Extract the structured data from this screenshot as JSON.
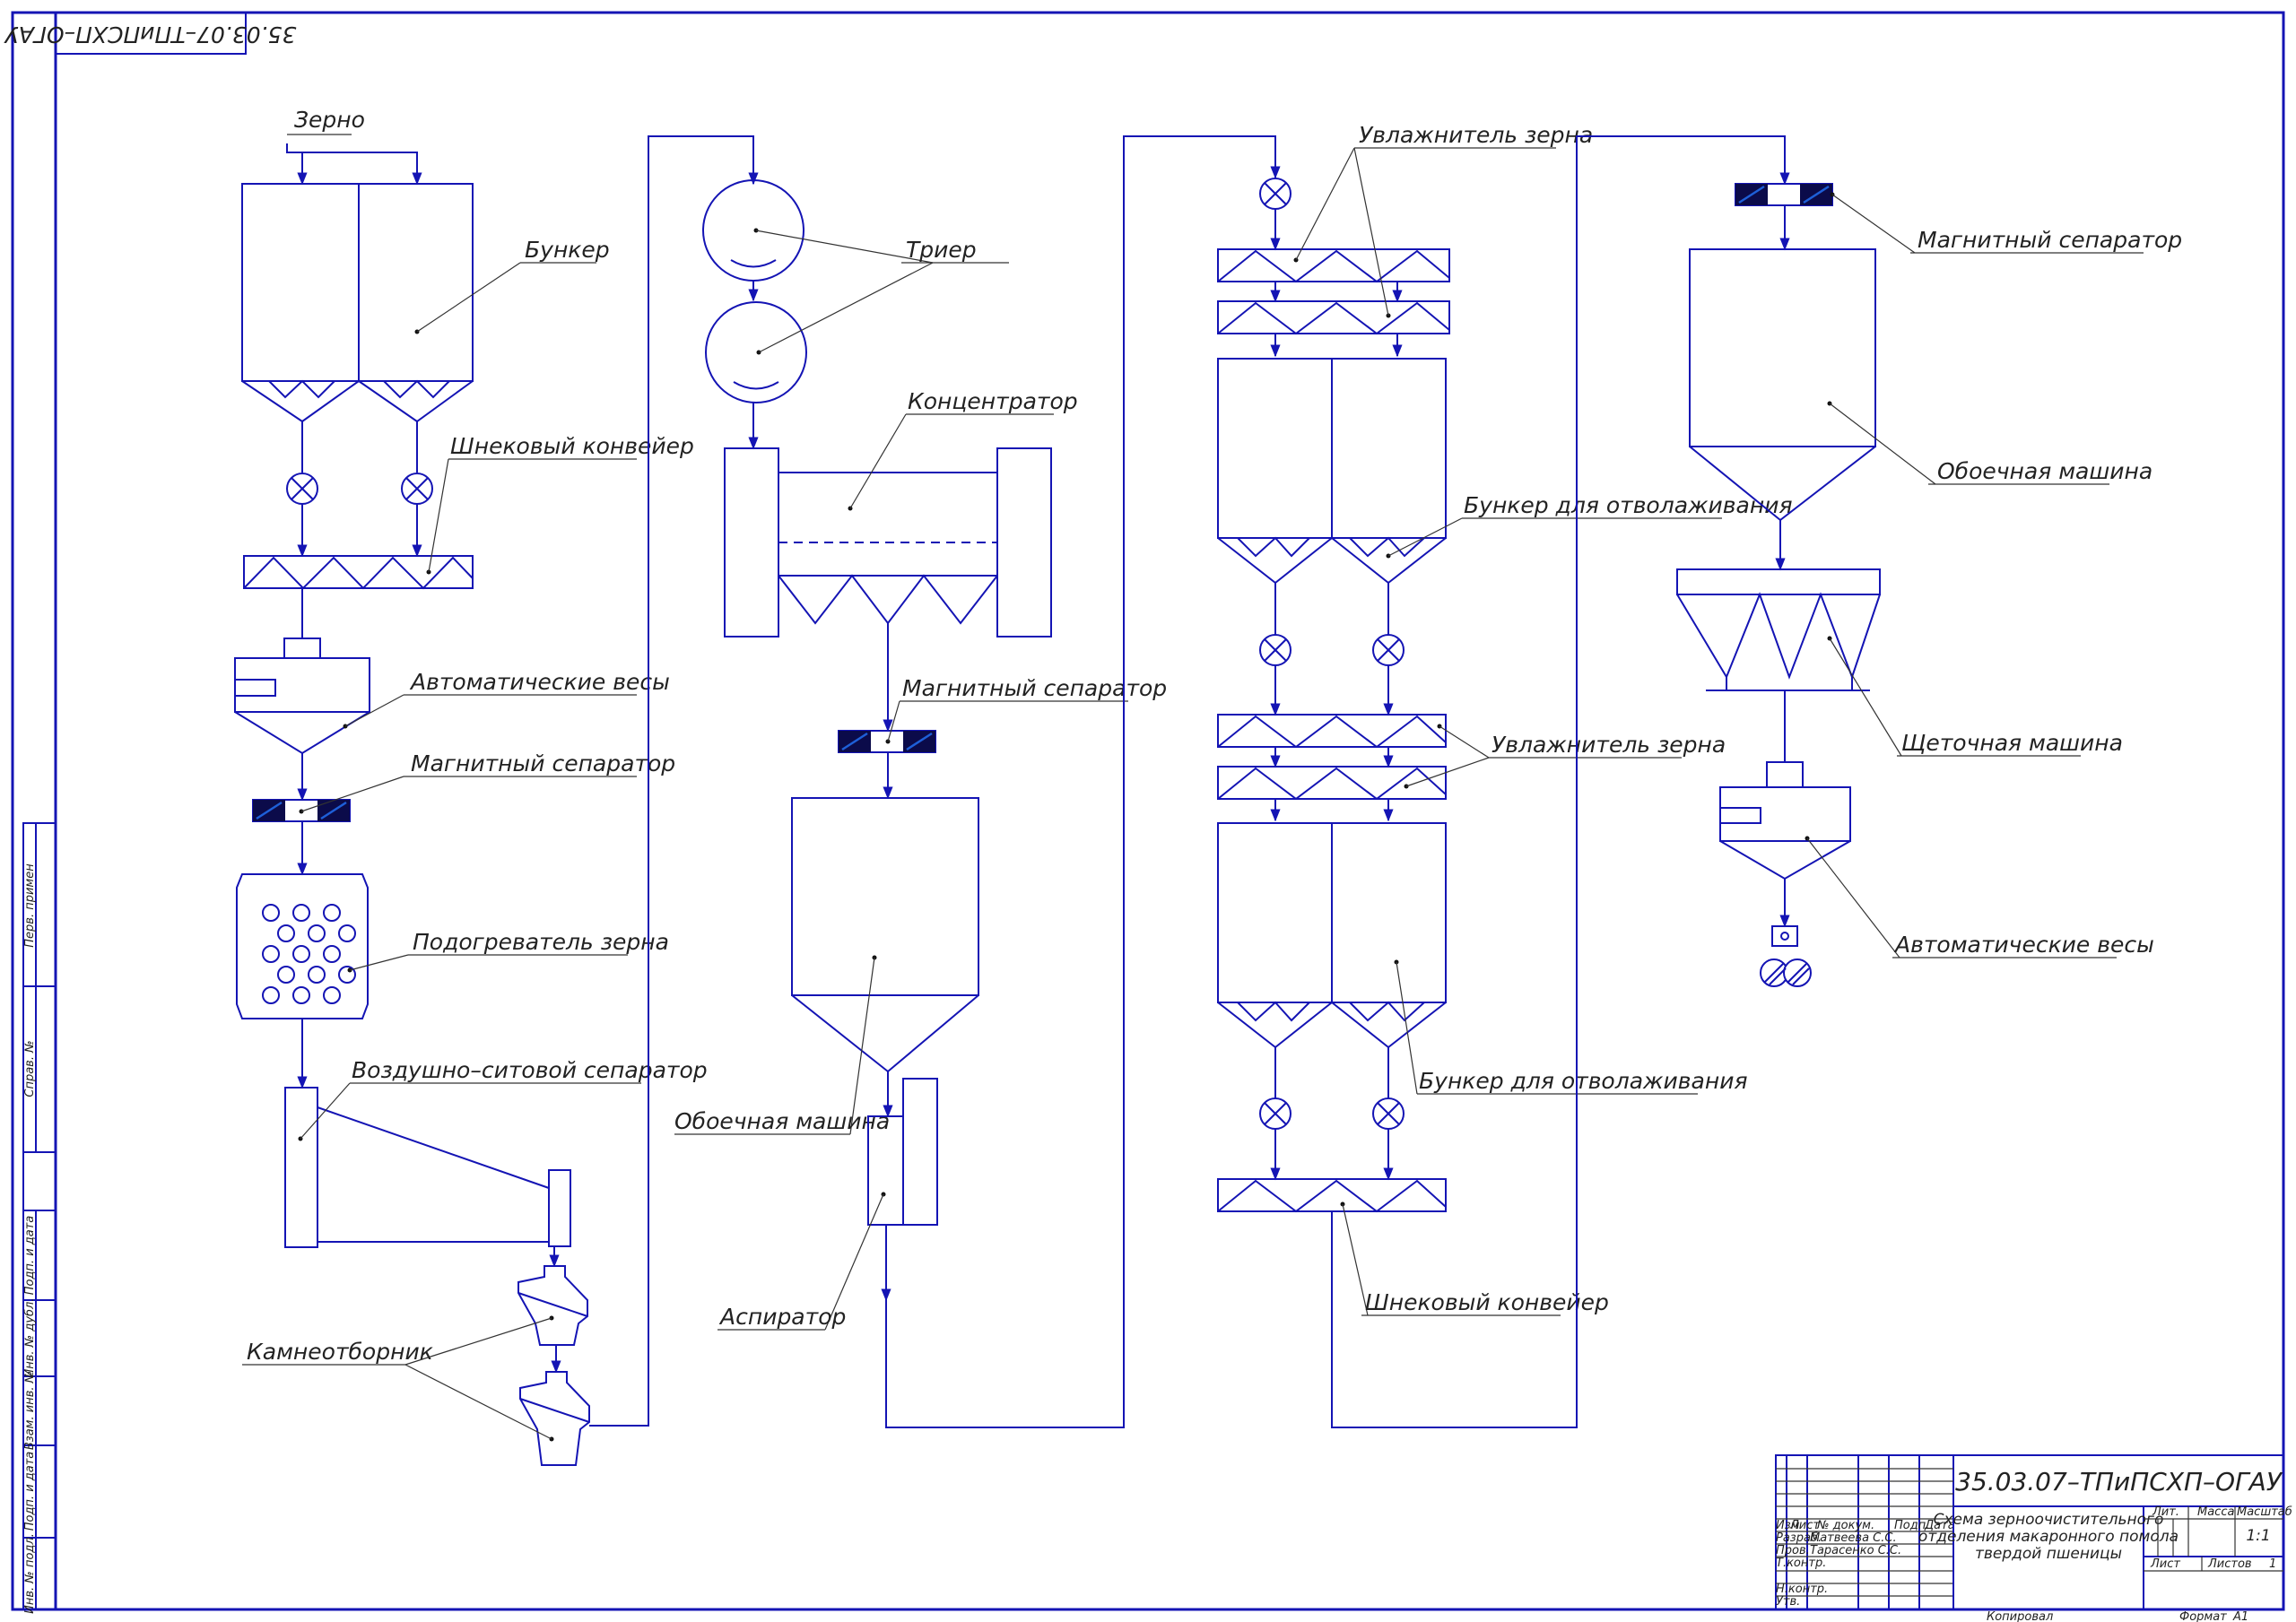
{
  "top_code": "35.03.07–ТПиПСХП–ОГАУ",
  "labels": {
    "grain": "Зерно",
    "bunker": "Бункер",
    "screw1": "Шнековый конвейер",
    "scales1": "Автоматические весы",
    "magsep1": "Магнитный сепаратор",
    "heater": "Подогреватель зерна",
    "airsieve": "Воздушно–ситовой сепаратор",
    "stone": "Камнеотборник",
    "trier": "Триер",
    "concentrator": "Концентратор",
    "magsep2": "Магнитный сепаратор",
    "scourer1": "Обоечная машина",
    "aspirator": "Аспиратор",
    "humid1": "Увлажнитель зерна",
    "tempbin1": "Бункер для отволаживания",
    "humid2": "Увлажнитель зерна",
    "tempbin2": "Бункер для отволаживания",
    "screw2": "Шнековый конвейер",
    "magsep3": "Магнитный сепаратор",
    "scourer2": "Обоечная машина",
    "brush": "Щеточная машина",
    "scales2": "Автоматические весы"
  },
  "side_stamp": [
    "Перв. примен",
    "Справ. №",
    "Подп. и дата",
    "Инв. № дубл.",
    "Взам. инв. №",
    "Подп. и дата",
    "Инв. № подл."
  ],
  "title_block": {
    "code": "35.03.07–ТПиПСХП–ОГАУ",
    "title_lines": [
      "Схема зерноочистительного",
      "отделения макаронного помола",
      "твердой пшеницы"
    ],
    "col_headers": [
      "Изм",
      "Лист",
      "№ докум.",
      "Подп.",
      "Дата"
    ],
    "roles": [
      "Разраб.",
      "Пров.",
      "Т.контр.",
      "",
      "Н.контр.",
      "Утв."
    ],
    "names": [
      "Матвеева С.С.",
      "Тарасенко С.С."
    ],
    "lit": "Лит.",
    "mass": "Масса",
    "scale_label": "Масштаб",
    "scale": "1:1",
    "sheet": "Лист",
    "sheets": "Листов",
    "sheets_count": "1",
    "copied": "Копировал",
    "format_label": "Формат",
    "format": "А1"
  }
}
